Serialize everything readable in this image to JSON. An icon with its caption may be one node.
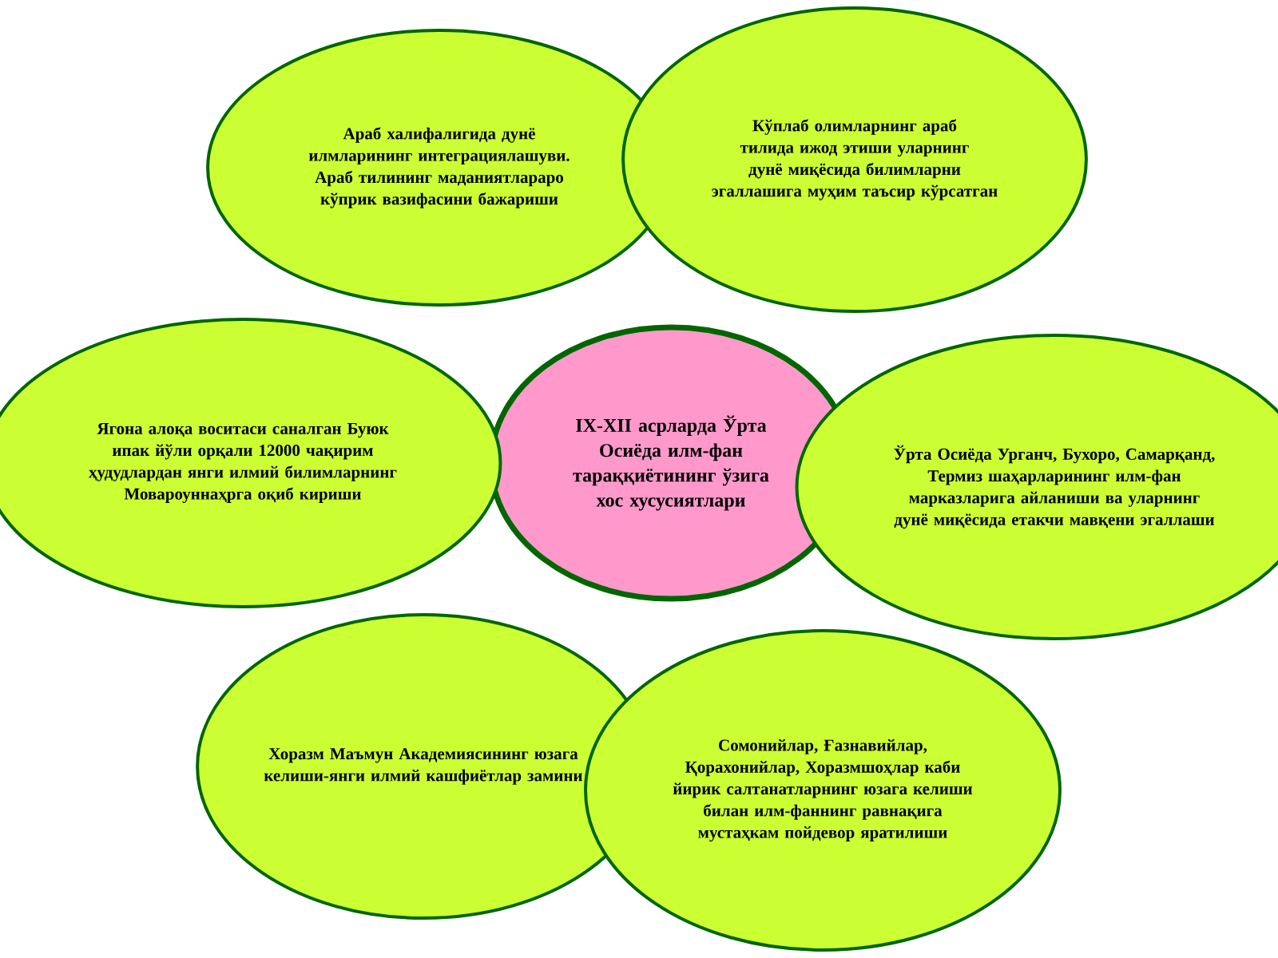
{
  "diagram": {
    "nodes": [
      {
        "text": [
          "IX-XII асрларда Ўрта Осиёда илм-фан тараққиётининг ўзига хос хусусиятлари"
        ]
      },
      {
        "text": [
          "Араб халифалигида дунё илмларининг интеграциялашуви. Араб тилининг маданиятлараро кўприк вазифасини бажариши"
        ]
      },
      {
        "text": [
          "Кўплаб олимларнинг араб тилида ижод этиши уларнинг дунё миқёсида билимларни эгаллашига муҳим таъсир кўрсатган"
        ]
      },
      {
        "text": [
          "Ягона алоқа воситаси саналган Буюк ипак йўли орқали 12000 чақирим ҳудудлардан янги илмий билимларнинг Мовароуннаҳрга оқиб кириши"
        ]
      },
      {
        "text": [
          "Ўрта Осиёда Урганч, Бухоро, Самарқанд, Термиз шаҳарларининг илм-фан марказларига айланиши ва уларнинг дунё миқёсида етакчи мавқени эгаллаши"
        ]
      },
      {
        "text": [
          "Хоразм Маъмун Академиясининг юзага келиши-янги илмий кашфиётлар замини"
        ]
      },
      {
        "text": [
          "Сомонийлар, Ғазнавийлар, Қорахонийлар, Хоразмшоҳлар каби йирик салтанатларнинг юзага келиши билан  илм-фаннинг равнақига мустаҳкам пойдевор яратилиши"
        ]
      }
    ]
  }
}
